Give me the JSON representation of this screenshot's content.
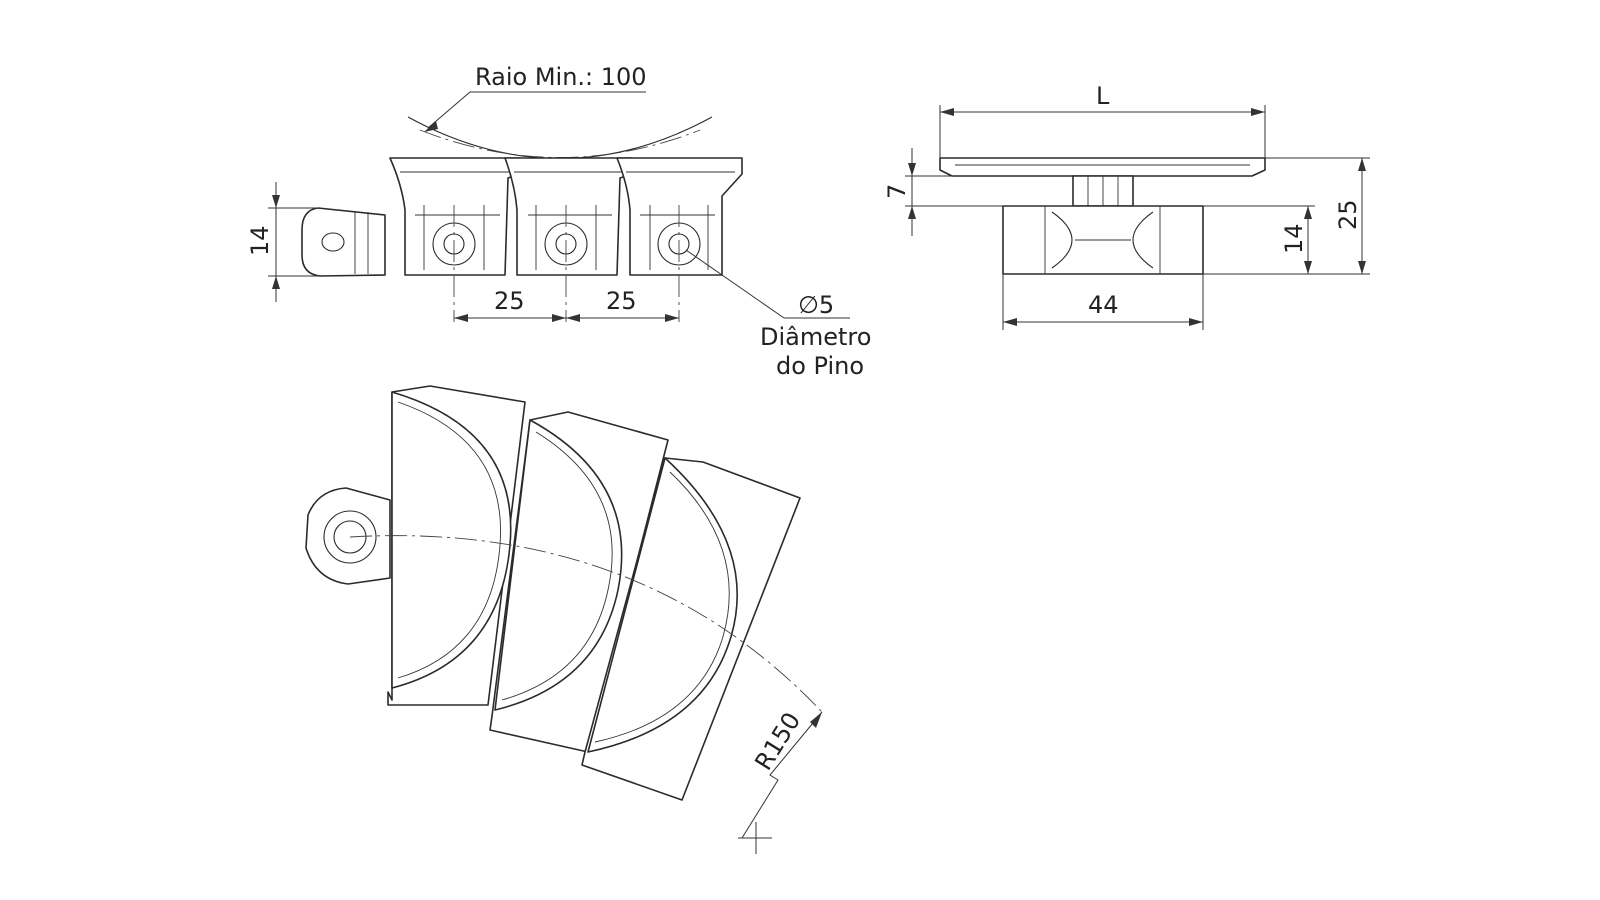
{
  "labels": {
    "min_radius": "Raio Min.: 100",
    "pitch_1": "25",
    "pitch_2": "25",
    "height_side": "14",
    "pin_diameter": "∅5",
    "pin_caption_1": "Diâmetro",
    "pin_caption_2": "do Pino",
    "width_L": "L",
    "plate_thickness": "7",
    "body_height": "14",
    "total_height": "25",
    "base_width": "44",
    "radius_150": "R150"
  }
}
